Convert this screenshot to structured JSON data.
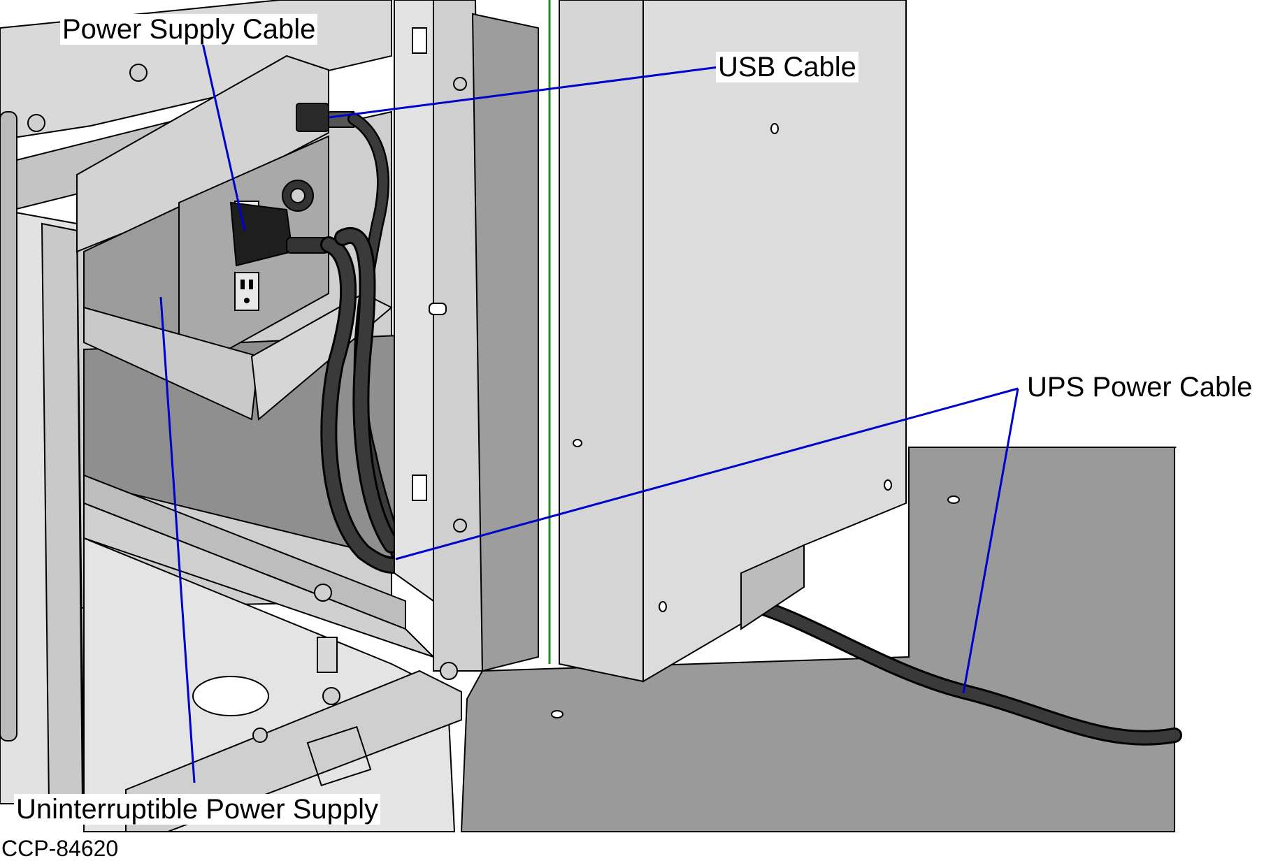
{
  "callouts": {
    "power_supply_cable": "Power Supply Cable",
    "usb_cable": "USB Cable",
    "ups_power_cable": "UPS Power Cable",
    "uninterruptible_power_supply": "Uninterruptible Power Supply"
  },
  "figure_id": "CCP-84620",
  "colors": {
    "leader_line": "#0000cc",
    "floor": "#9a9a9a",
    "panel_light": "#d6d6d6",
    "panel_mid": "#bdbdbd",
    "panel_dark": "#8c8c8c",
    "cable": "#2a2a2a",
    "outline": "#000000"
  },
  "icons": {
    "power_plug": "power-plug-icon",
    "usb_plug": "usb-plug-icon",
    "outlet": "outlet-icon"
  }
}
